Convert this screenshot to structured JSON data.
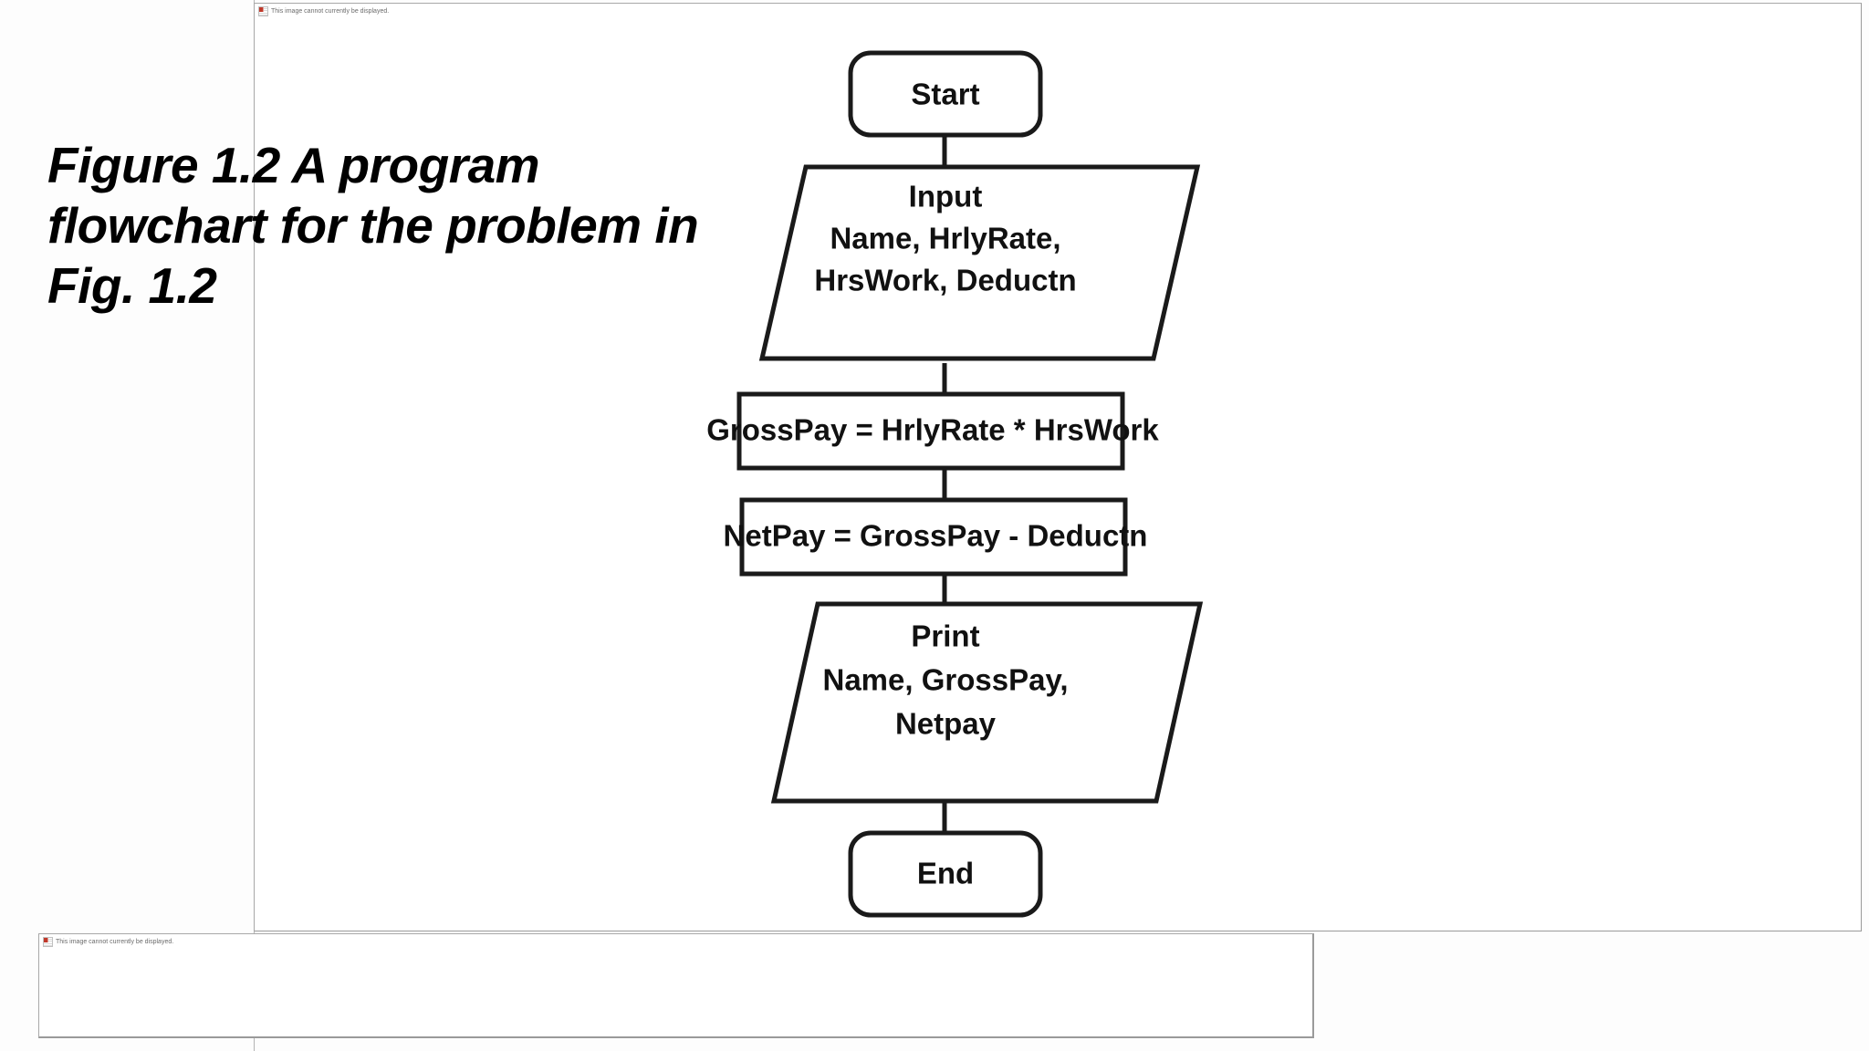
{
  "slide": {
    "background_color": "#fdfdfd",
    "caption": "Figure 1.2  A program flowchart for the problem in Fig. 1.2"
  },
  "placeholders": [
    {
      "name": "top",
      "message": "This image cannot currently be displayed.",
      "icon": "broken-image-icon"
    },
    {
      "name": "bottom",
      "message": "This image cannot currently be displayed.",
      "icon": "broken-image-icon"
    }
  ],
  "flowchart": {
    "title": "Payroll program flowchart",
    "stroke_color": "#1a1a1a",
    "fill_color": "#ffffff",
    "nodes": [
      {
        "id": "start",
        "type": "terminal",
        "lines": [
          "Start"
        ]
      },
      {
        "id": "input",
        "type": "io",
        "lines": [
          "Input",
          "Name, HrlyRate,",
          "HrsWork, Deductn"
        ]
      },
      {
        "id": "gross",
        "type": "process",
        "lines": [
          "GrossPay = HrlyRate * HrsWork"
        ]
      },
      {
        "id": "net",
        "type": "process",
        "lines": [
          "NetPay = GrossPay - Deductn"
        ]
      },
      {
        "id": "print",
        "type": "io",
        "lines": [
          "Print",
          "Name, GrossPay,",
          "Netpay"
        ]
      },
      {
        "id": "end",
        "type": "terminal",
        "lines": [
          "End"
        ]
      }
    ],
    "edges": [
      {
        "from": "start",
        "to": "input"
      },
      {
        "from": "input",
        "to": "gross"
      },
      {
        "from": "gross",
        "to": "net"
      },
      {
        "from": "net",
        "to": "print"
      },
      {
        "from": "print",
        "to": "end"
      }
    ]
  }
}
